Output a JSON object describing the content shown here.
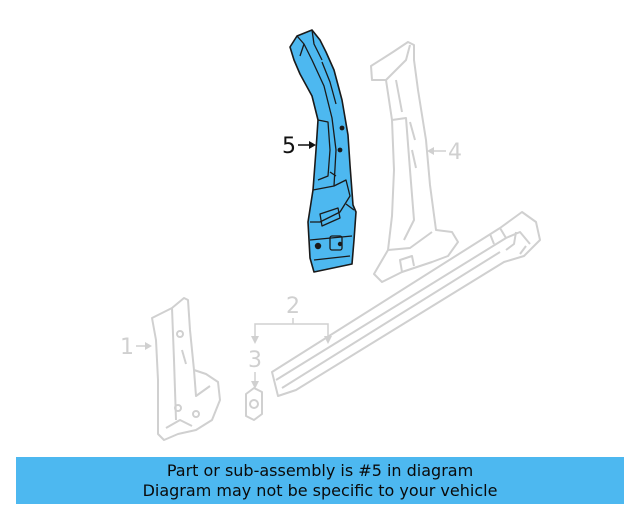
{
  "colors": {
    "highlight_part": "#4db8f0",
    "highlight_outline": "#1a1a1a",
    "ghost_parts": "#d0d0d0",
    "banner_background": "#4db8f0",
    "banner_text": "#0a0a0a"
  },
  "callouts": {
    "part_1": "1",
    "part_2": "2",
    "part_3": "3",
    "part_4": "4",
    "part_5": "5"
  },
  "highlighted_part": "5",
  "banner": {
    "line1": "Part or sub-assembly is #5 in diagram",
    "line2": "Diagram may not be specific to your vehicle"
  }
}
